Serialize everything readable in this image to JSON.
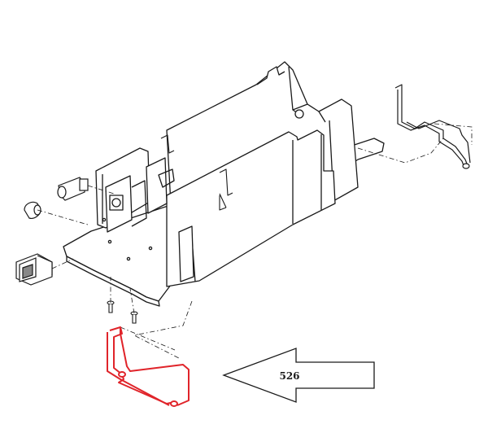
{
  "diagram": {
    "callout": {
      "part_number": "526",
      "icon": "left-arrow-callout-icon"
    },
    "colors": {
      "line": "#1a1a1a",
      "highlight": "#e0242a",
      "background": "#ffffff",
      "panel_fill": "#ffffff"
    },
    "components": [
      {
        "name": "chassis-frame",
        "highlighted": false
      },
      {
        "name": "wire-bracket-right",
        "highlighted": false
      },
      {
        "name": "pushbutton-cap",
        "highlighted": false
      },
      {
        "name": "pushbutton-switch",
        "highlighted": false
      },
      {
        "name": "rocker-switch",
        "highlighted": false
      },
      {
        "name": "mounting-screw-left",
        "highlighted": false
      },
      {
        "name": "mounting-screw-right",
        "highlighted": false
      },
      {
        "name": "wire-bracket-526",
        "highlighted": true
      }
    ]
  }
}
